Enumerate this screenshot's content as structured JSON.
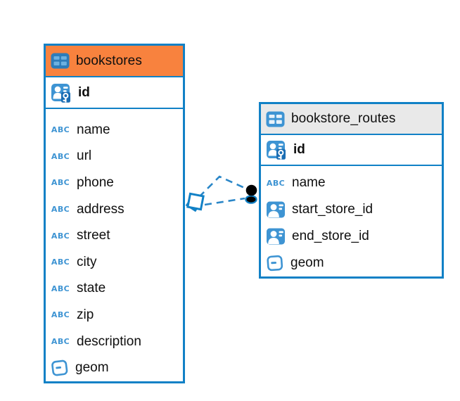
{
  "colors": {
    "accent": "#1181c6",
    "relation-line": "#2b87c8",
    "header-orange": "#f8823e",
    "header-gray": "#e9e9e9",
    "icon-blue": "#3e94d3",
    "icon-body-a": "#2d7cba",
    "icon-cell-a": "#6db1e0",
    "icon-body-b": "#3e94d3",
    "icon-cell-b": "#e8f2fa",
    "key-tile": "#1a6db3",
    "text": "#0f0f0f"
  },
  "icons": {
    "text_type_label": "ABC"
  },
  "diagram": {
    "tables": [
      {
        "name": "bookstores",
        "primary_key": {
          "label": "id"
        },
        "columns": [
          {
            "label": "name",
            "type": "text"
          },
          {
            "label": "url",
            "type": "text"
          },
          {
            "label": "phone",
            "type": "text"
          },
          {
            "label": "address",
            "type": "text"
          },
          {
            "label": "street",
            "type": "text"
          },
          {
            "label": "city",
            "type": "text"
          },
          {
            "label": "state",
            "type": "text"
          },
          {
            "label": "zip",
            "type": "text"
          },
          {
            "label": "description",
            "type": "text"
          },
          {
            "label": "geom",
            "type": "geometry"
          }
        ]
      },
      {
        "name": "bookstore_routes",
        "primary_key": {
          "label": "id"
        },
        "columns": [
          {
            "label": "name",
            "type": "text"
          },
          {
            "label": "start_store_id",
            "type": "foreign-key"
          },
          {
            "label": "end_store_id",
            "type": "foreign-key"
          },
          {
            "label": "geom",
            "type": "geometry"
          }
        ]
      }
    ],
    "relationship": {
      "from_table": "bookstores",
      "to_table": "bookstore_routes",
      "line_style": "dashed",
      "line_count": 2
    }
  }
}
